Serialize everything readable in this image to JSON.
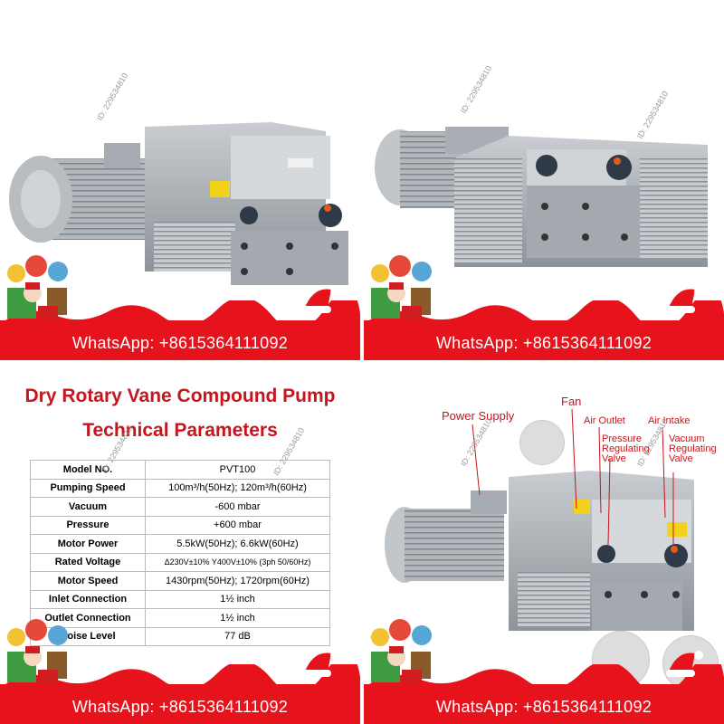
{
  "whatsapp": "WhatsApp:  +8615364111092",
  "watermark": "ID: 229534810",
  "table_panel": {
    "title_line1": "Dry Rotary Vane Compound Pump",
    "title_line2": "Technical Parameters",
    "rows": [
      {
        "label": "Model NO.",
        "value": "PVT100"
      },
      {
        "label": "Pumping Speed",
        "value": "100m³/h(50Hz); 120m³/h(60Hz)"
      },
      {
        "label": "Vacuum",
        "value": "-600 mbar"
      },
      {
        "label": "Pressure",
        "value": "+600 mbar"
      },
      {
        "label": "Motor Power",
        "value": "5.5kW(50Hz); 6.6kW(60Hz)"
      },
      {
        "label": "Rated Voltage",
        "value": "Δ230V±10% Y400V±10% (3ph 50/60Hz)"
      },
      {
        "label": "Motor Speed",
        "value": "1430rpm(50Hz); 1720rpm(60Hz)"
      },
      {
        "label": "Inlet Connection",
        "value": "1½ inch"
      },
      {
        "label": "Outlet Connection",
        "value": "1½ inch"
      },
      {
        "label": "Noise Level",
        "value": "77 dB"
      }
    ]
  },
  "diagram_panel": {
    "power_supply": "Power Supply",
    "fan": "Fan",
    "air_outlet": "Air Outlet",
    "air_intake": "Air Intake",
    "pressure_valve": [
      "Pressure",
      "Regulating",
      "Valve"
    ],
    "vacuum_valve": [
      "Vacuum",
      "Regulating",
      "Valve"
    ]
  },
  "colors": {
    "banner": "#e6121c",
    "title": "#c4161c",
    "pump_body": "#a7adb3"
  }
}
